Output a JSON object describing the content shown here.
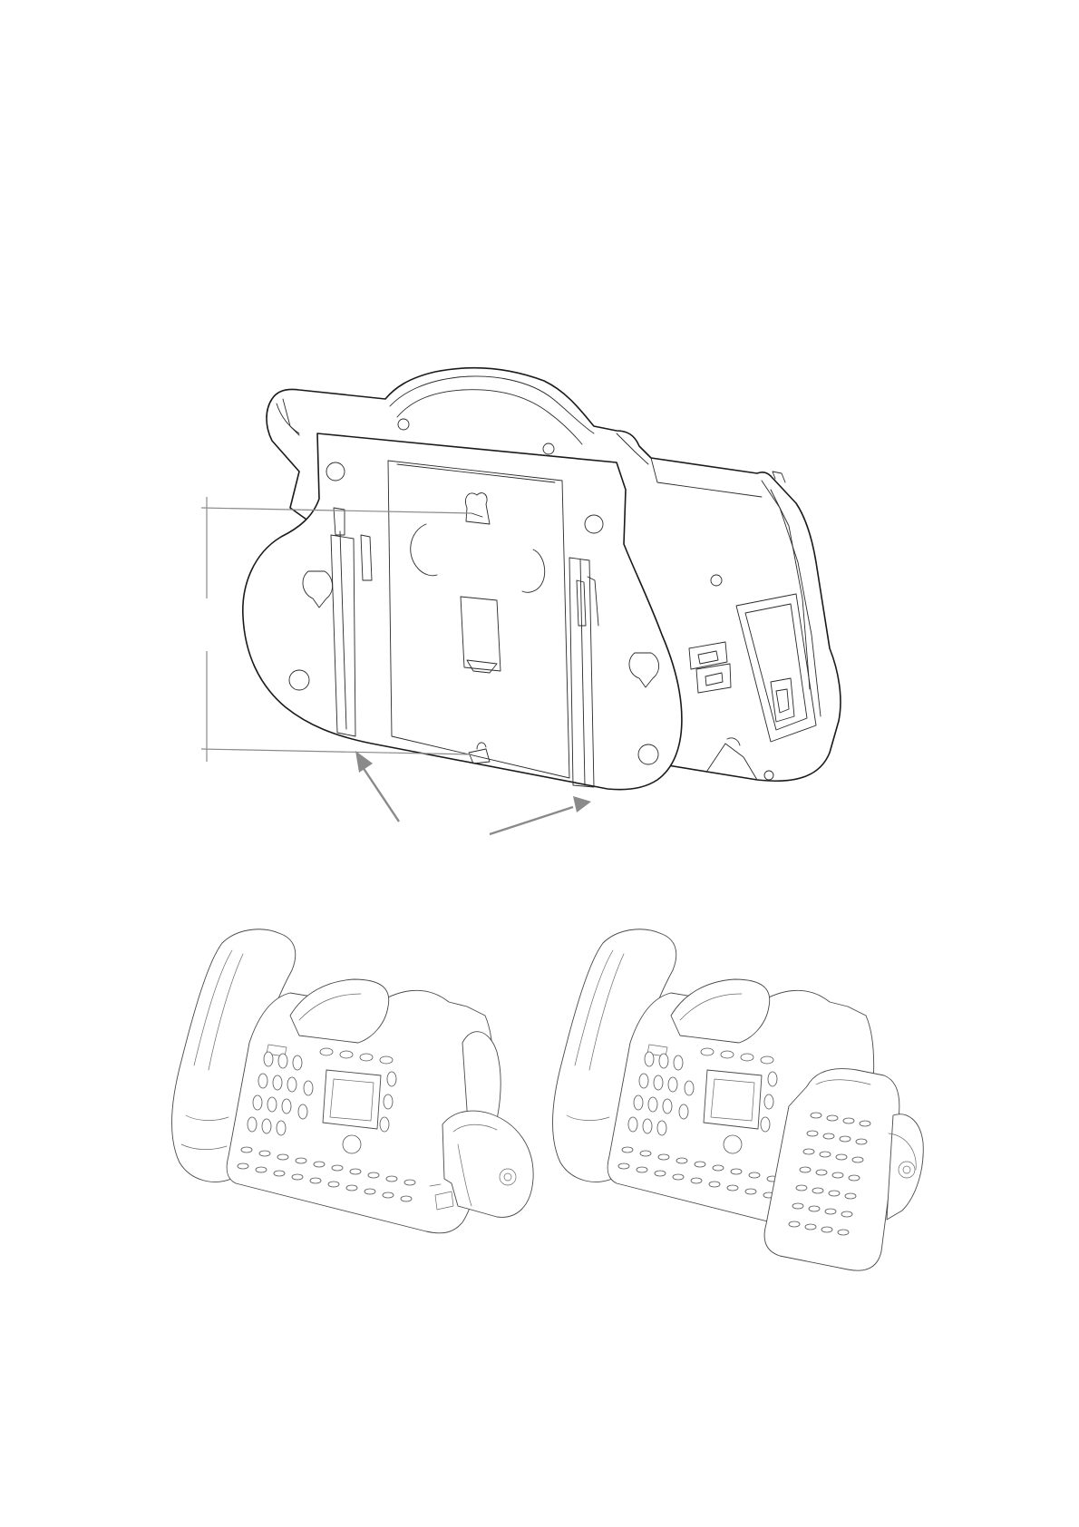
{
  "figure": {
    "views": [
      "rear-view-with-wall-mount-bracket",
      "phone-with-expansion-module-detached",
      "phone-with-expansion-module-attached"
    ],
    "colors": {
      "line": "#1a1a1a",
      "callout": "#8a8a8a",
      "background": "#ffffff"
    }
  }
}
